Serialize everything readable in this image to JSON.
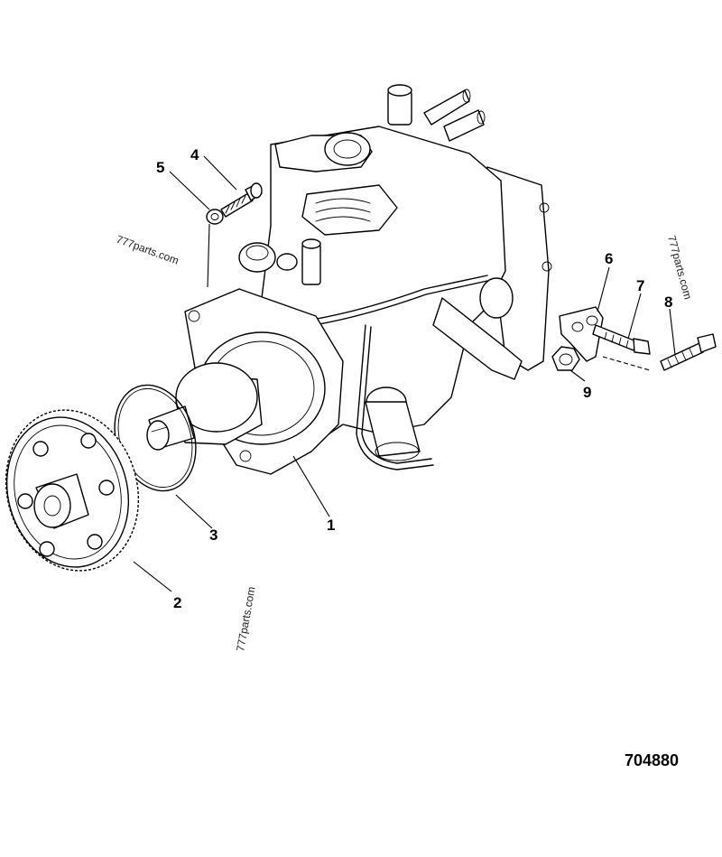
{
  "diagram": {
    "drawing_number": "704880",
    "callouts": [
      {
        "id": "1",
        "label": "1"
      },
      {
        "id": "2",
        "label": "2"
      },
      {
        "id": "3",
        "label": "3"
      },
      {
        "id": "4",
        "label": "4"
      },
      {
        "id": "5",
        "label": "5"
      },
      {
        "id": "6",
        "label": "6"
      },
      {
        "id": "7",
        "label": "7"
      },
      {
        "id": "8",
        "label": "8"
      },
      {
        "id": "9",
        "label": "9"
      }
    ],
    "watermarks": [
      "777parts.com",
      "777parts.com",
      "777parts.com"
    ]
  }
}
